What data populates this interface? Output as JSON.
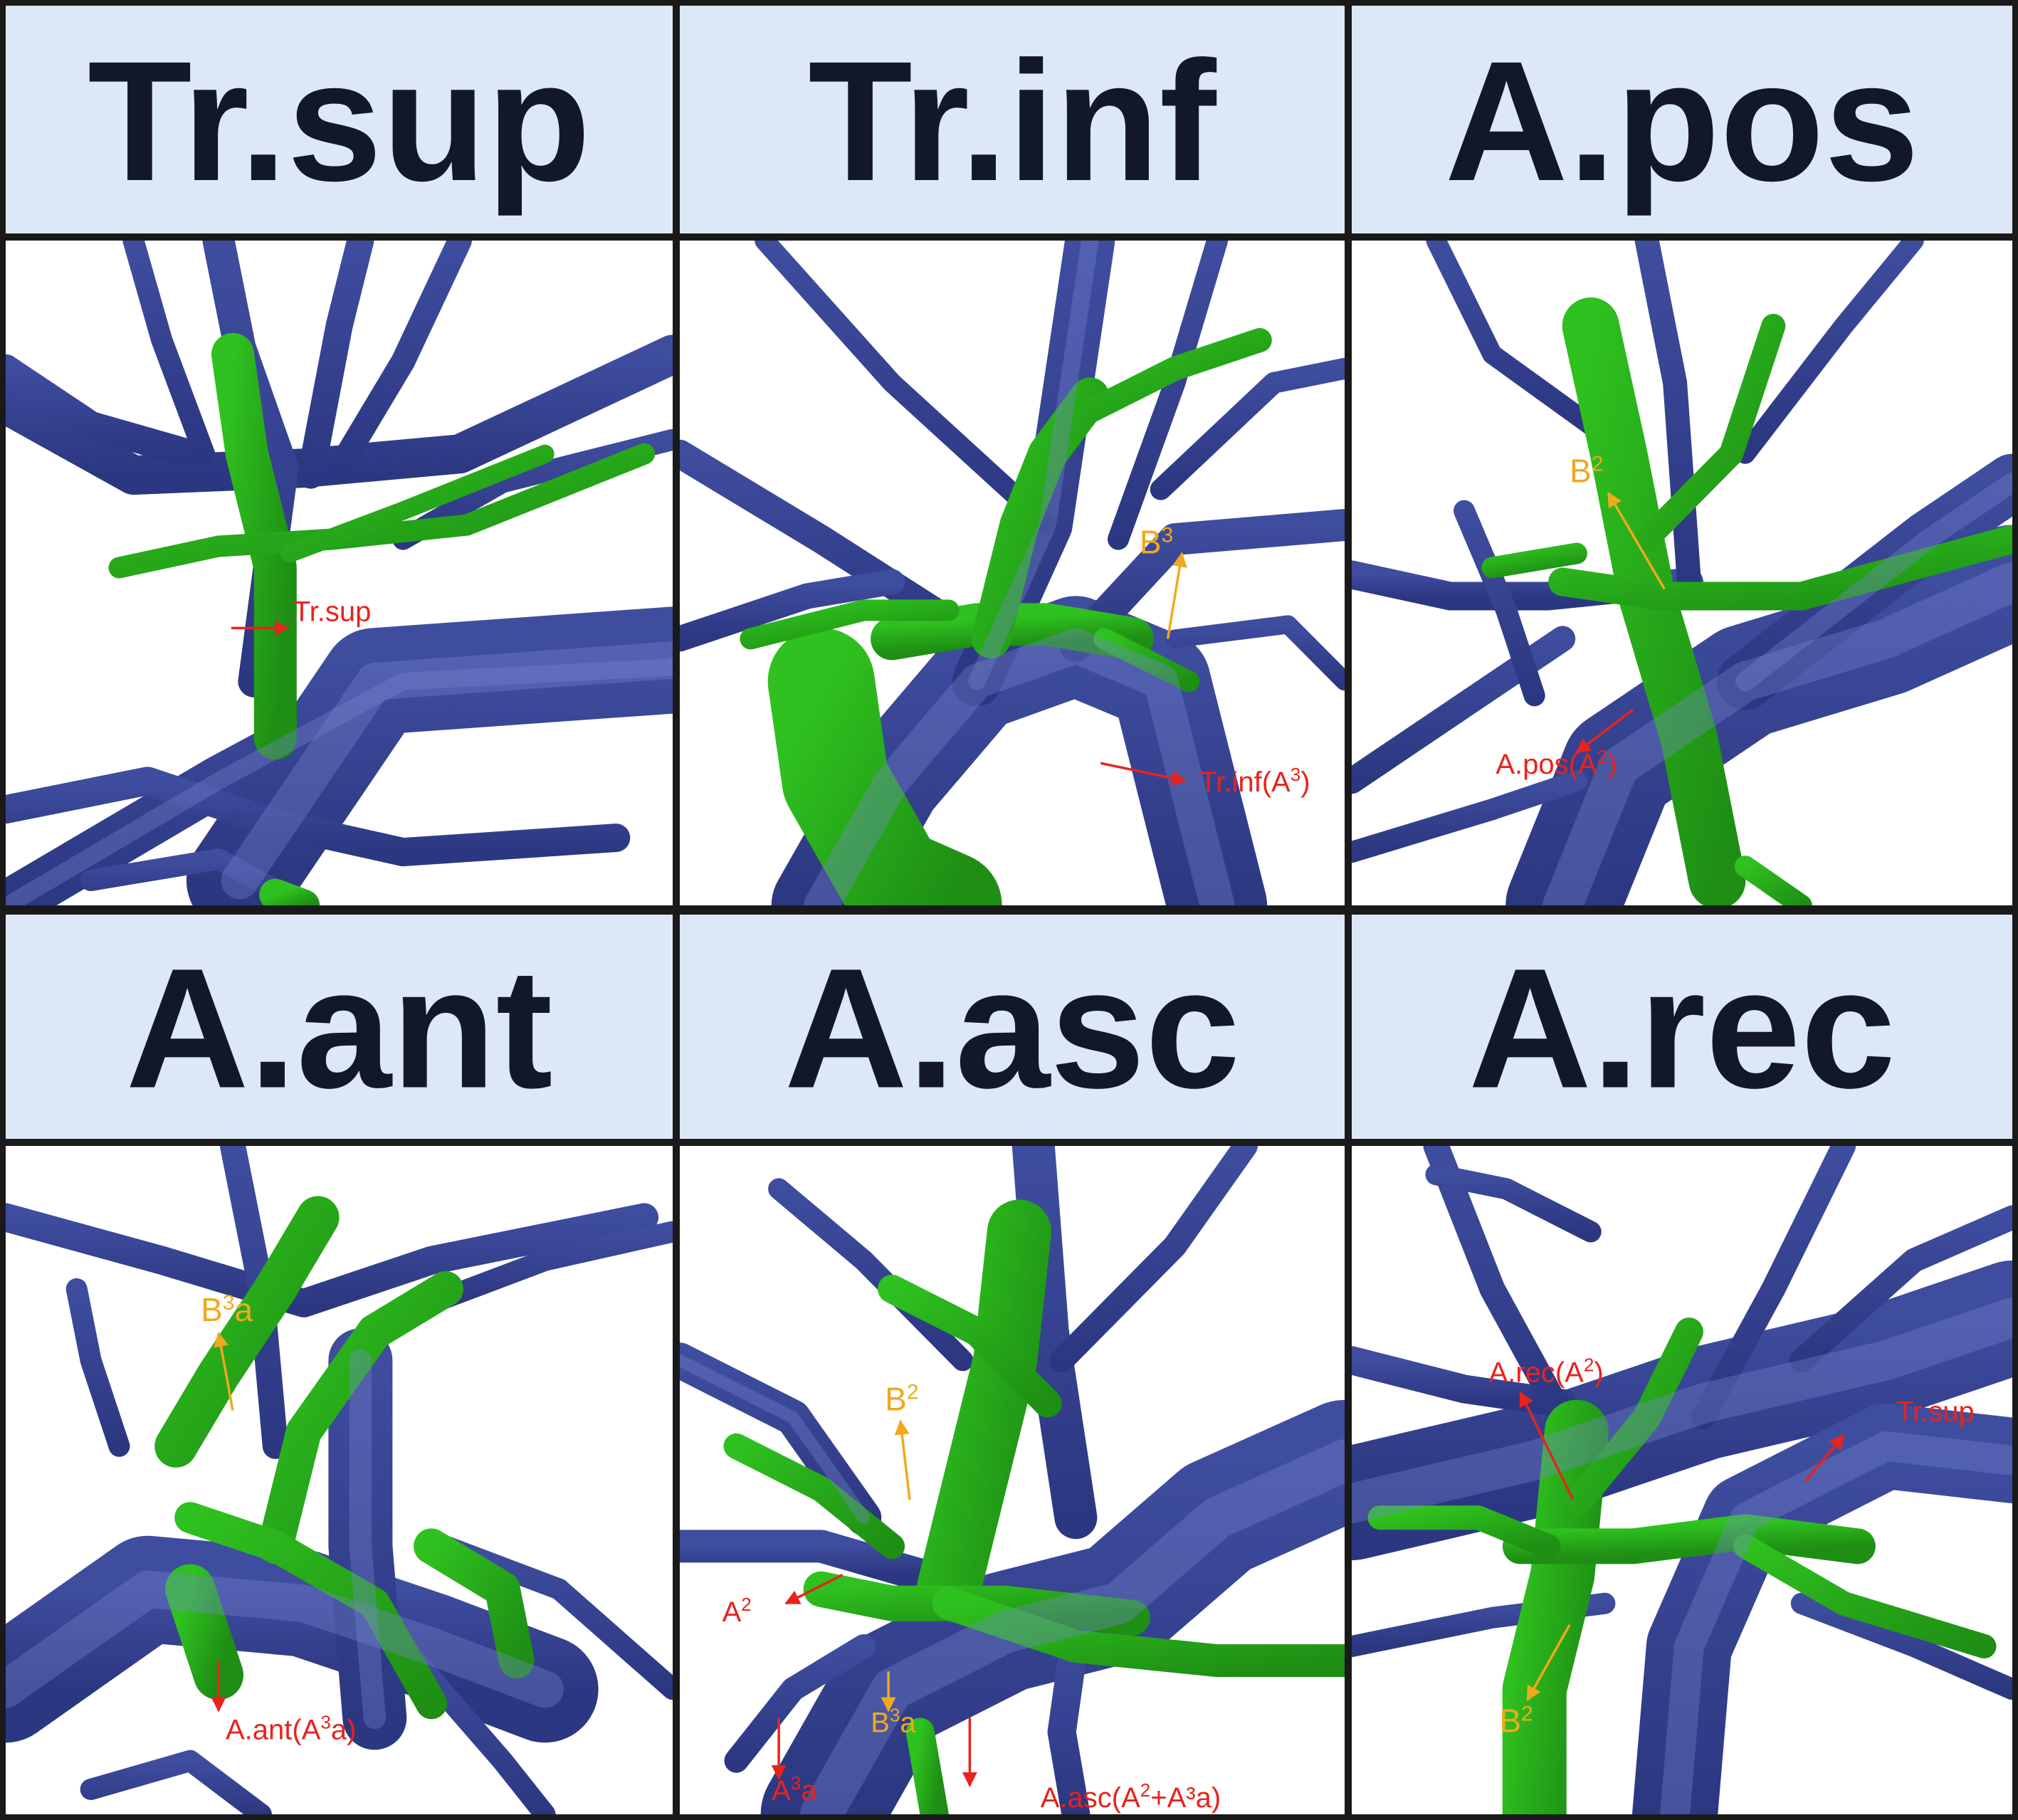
{
  "colors": {
    "vessel_blue": "#3F4D9F",
    "vessel_blue_dark": "#2C3781",
    "bronchus_green": "#2FC11F",
    "bronchus_green_dark": "#1E8E14",
    "header_bg": "#DCE8F8",
    "arrow_red": "#E8231C",
    "arrow_orange": "#F0A91C",
    "grid_line": "#1A1A1A"
  },
  "panels": [
    {
      "header": "Tr.sup",
      "labels": [
        {
          "text": "Tr.sup",
          "sup": "",
          "suffix": "",
          "color": "red"
        }
      ]
    },
    {
      "header": "Tr.inf",
      "labels": [
        {
          "text": "B",
          "sup": "3",
          "suffix": "",
          "color": "orange"
        },
        {
          "text": "Tr.inf(A",
          "sup": "3",
          "suffix": ")",
          "color": "red"
        }
      ]
    },
    {
      "header": "A.pos",
      "labels": [
        {
          "text": "B",
          "sup": "2",
          "suffix": "",
          "color": "orange"
        },
        {
          "text": "A.pos(A",
          "sup": "2",
          "suffix": ")",
          "color": "red"
        }
      ]
    },
    {
      "header": "A.ant",
      "labels": [
        {
          "text": "B",
          "sup": "3",
          "suffix": "a",
          "color": "orange"
        },
        {
          "text": "A.ant(A",
          "sup": "3",
          "suffix": "a)",
          "color": "red"
        }
      ]
    },
    {
      "header": "A.asc",
      "labels": [
        {
          "text": "B",
          "sup": "2",
          "suffix": "",
          "color": "orange"
        },
        {
          "text": "A",
          "sup": "2",
          "suffix": "",
          "color": "red"
        },
        {
          "text": "B",
          "sup": "3",
          "suffix": "a",
          "color": "orange"
        },
        {
          "text": "A",
          "sup": "3",
          "suffix": "a",
          "color": "red"
        },
        {
          "text": "A.asc(A",
          "sup": "2",
          "suffix": "+A³a)",
          "color": "red"
        }
      ]
    },
    {
      "header": "A.rec",
      "labels": [
        {
          "text": "A.rec(A",
          "sup": "2",
          "suffix": ")",
          "color": "red"
        },
        {
          "text": "Tr.sup",
          "sup": "",
          "suffix": "",
          "color": "red"
        },
        {
          "text": "B",
          "sup": "2",
          "suffix": "",
          "color": "orange"
        }
      ]
    }
  ]
}
